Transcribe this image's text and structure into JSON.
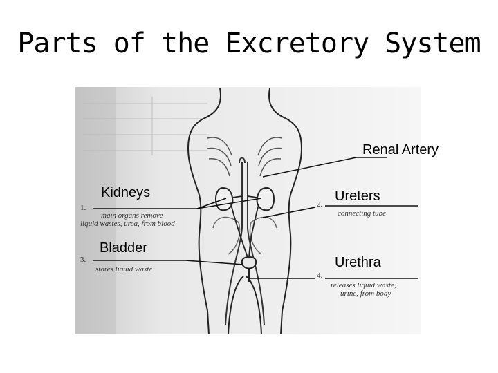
{
  "title": "Parts of the Excretory System",
  "labels": {
    "renal_artery": "Renal Artery",
    "kidneys": "Kidneys",
    "ureters": "Ureters",
    "bladder": "Bladder",
    "urethra": "Urethra"
  },
  "worksheet": {
    "num_1": "1.",
    "num_2": "2.",
    "num_3": "3.",
    "num_4": "4.",
    "kidneys_desc_1": "main organs remove",
    "kidneys_desc_2": "liquid wastes, urea, from blood",
    "ureters_desc": "connecting tube",
    "bladder_desc": "stores liquid waste",
    "urethra_desc_1": "releases liquid waste,",
    "urethra_desc_2": "urine, from body"
  }
}
